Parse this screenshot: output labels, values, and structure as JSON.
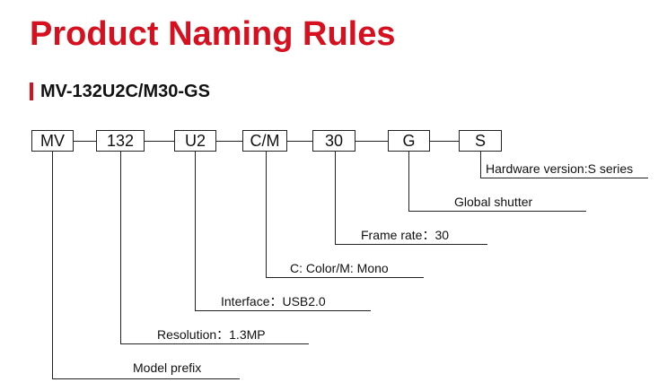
{
  "title": "Product Naming Rules",
  "subtitle": "MV-132U2C/M30-GS",
  "segments": [
    "MV",
    "132",
    "U2",
    "C/M",
    "30",
    "G",
    "S"
  ],
  "labels": {
    "hardware": "Hardware version:S series",
    "shutter": "Global shutter",
    "framerate": "Frame rate：30",
    "color": "C: Color/M: Mono",
    "interface": "Interface：USB2.0",
    "resolution": "Resolution：1.3MP",
    "prefix": "Model prefix"
  },
  "colors": {
    "accent": "#d7101f",
    "line": "#222222"
  }
}
